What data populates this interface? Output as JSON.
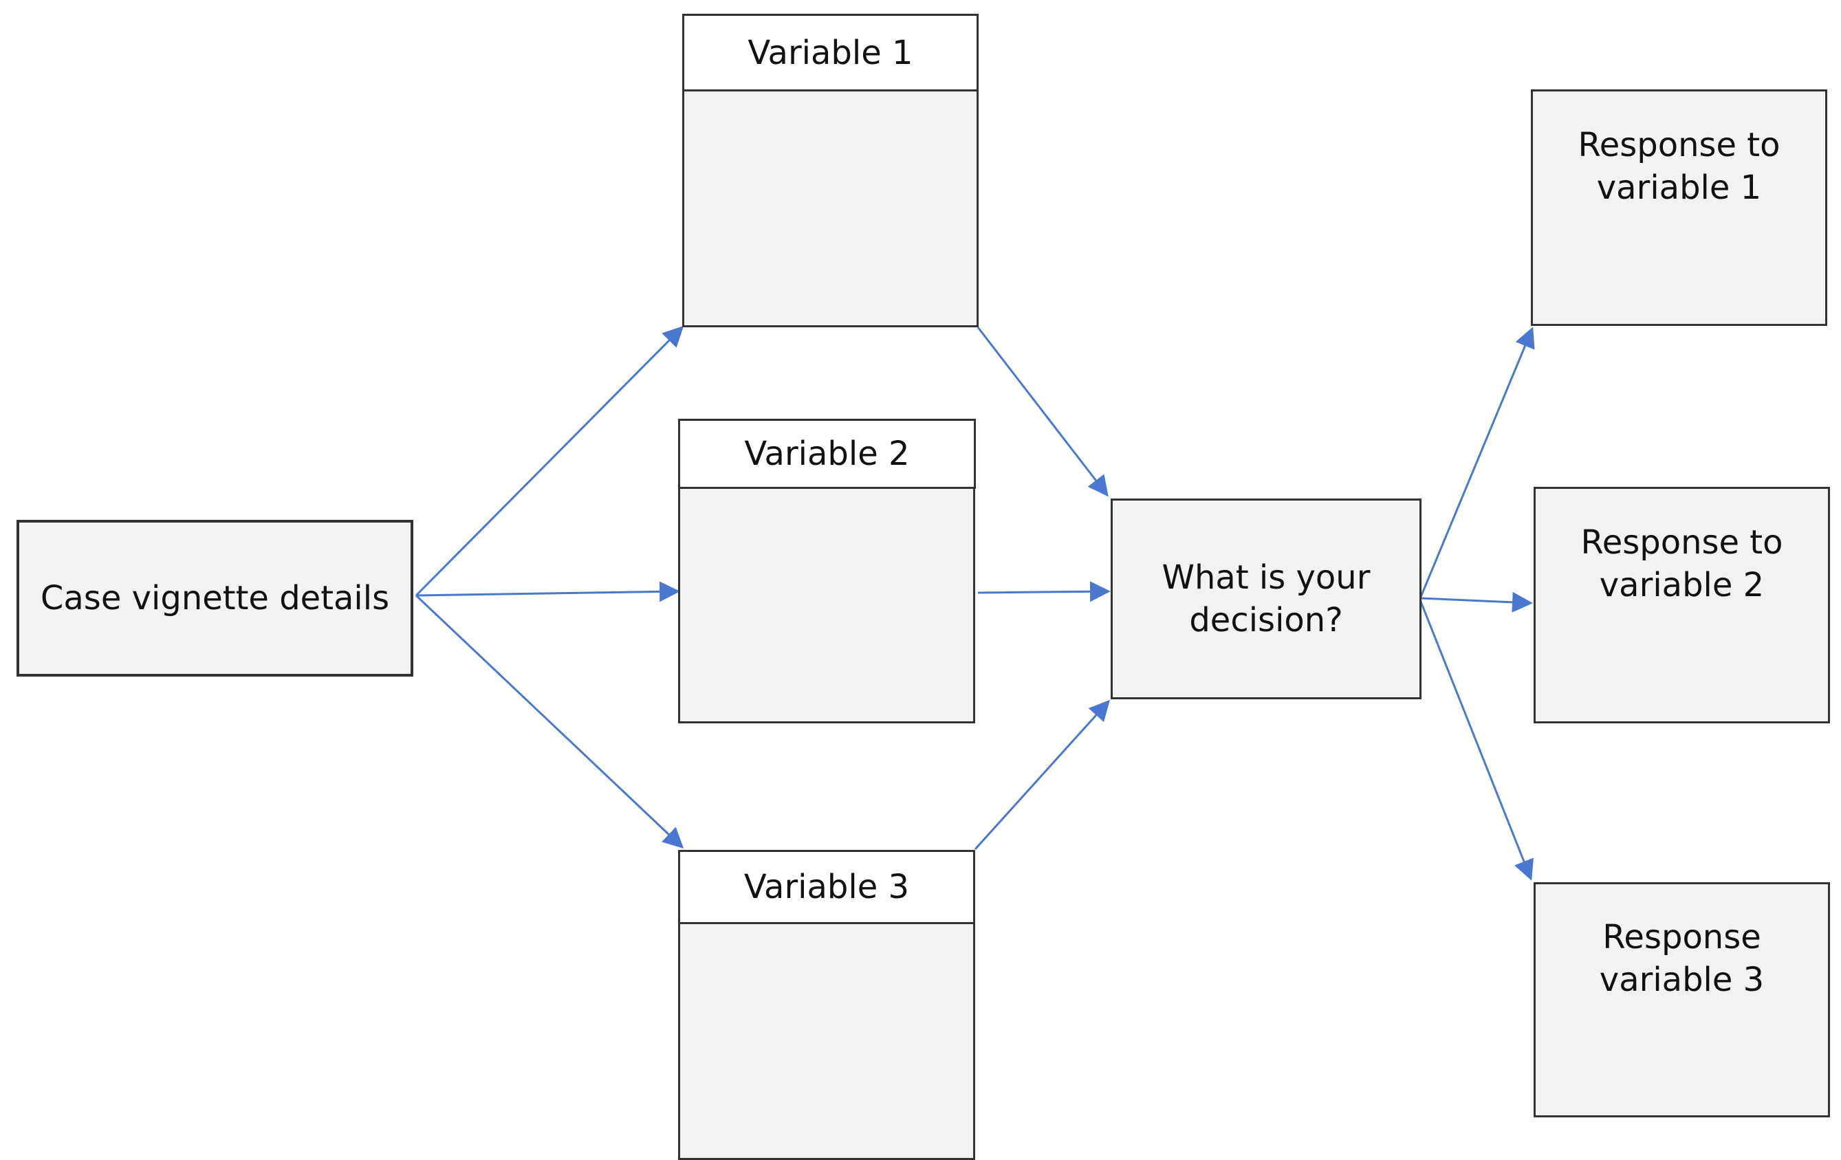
{
  "diagram": {
    "case_box": {
      "label": "Case vignette details"
    },
    "variables": [
      {
        "label": "Variable 1"
      },
      {
        "label": "Variable 2"
      },
      {
        "label": "Variable 3"
      }
    ],
    "decision_box": {
      "label": "What is your\ndecision?"
    },
    "responses": [
      {
        "label": "Response to\nvariable 1"
      },
      {
        "label": "Response to\nvariable 2"
      },
      {
        "label": "Response\nvariable 3"
      }
    ],
    "colors": {
      "arrow": "#4a78d0",
      "box_fill": "#f2f2f2",
      "box_border": "#333333",
      "header_fill": "#ffffff"
    }
  }
}
